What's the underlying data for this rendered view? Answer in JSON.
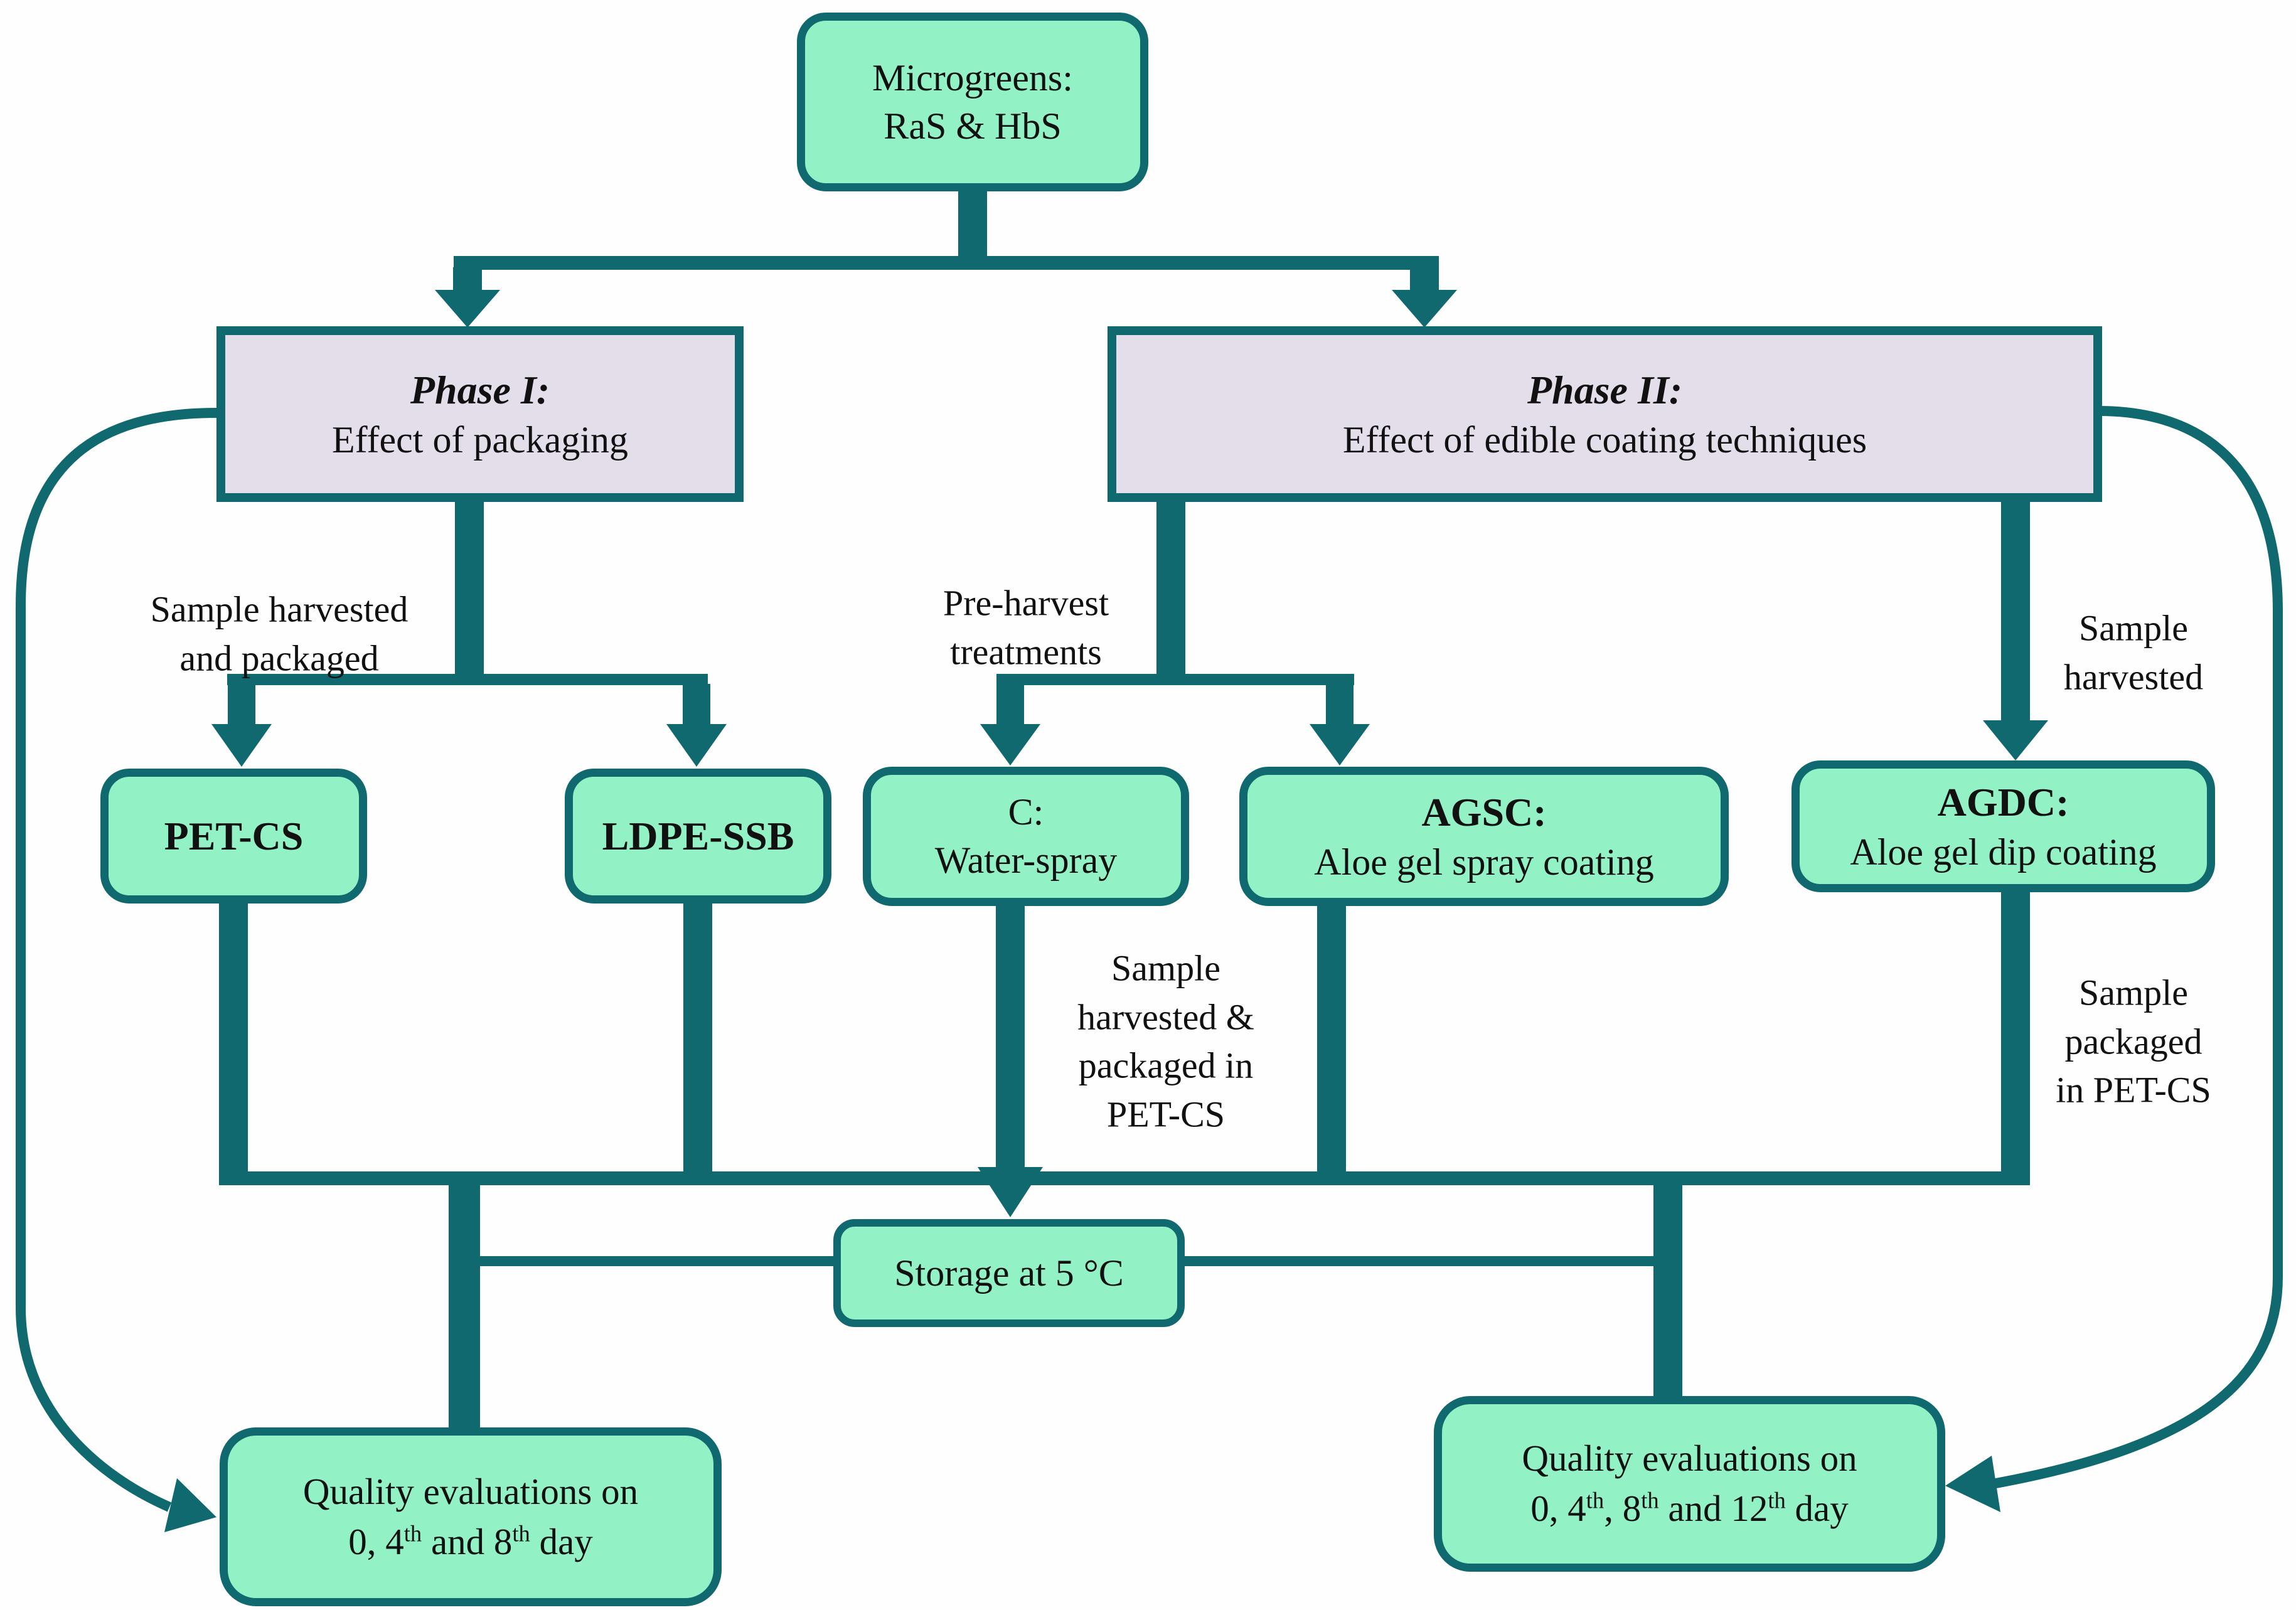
{
  "figure": {
    "title_box": {
      "line1": "Microgreens:",
      "line2": "RaS & HbS"
    },
    "phase1": {
      "title": "Phase I:",
      "subtitle": "Effect of packaging"
    },
    "phase2": {
      "title": "Phase II:",
      "subtitle": "Effect of edible coating techniques"
    },
    "labels": {
      "phase1_branch": {
        "line1": "Sample harvested",
        "line2": "and packaged"
      },
      "phase2_left_branch": {
        "line1": "Pre-harvest",
        "line2": "treatments"
      },
      "phase2_right_branch": {
        "line1": "Sample",
        "line2": "harvested"
      },
      "control_branch": {
        "line1": "Sample",
        "line2": "harvested &",
        "line3": "packaged in",
        "line4": "PET-CS"
      },
      "agdc_branch": {
        "line1": "Sample",
        "line2": "packaged",
        "line3": "in PET-CS"
      }
    },
    "treatments": {
      "petcs": {
        "label": "PET-CS"
      },
      "ldpe": {
        "label": "LDPE-SSB"
      },
      "control": {
        "line1": "C:",
        "line2": "Water-spray"
      },
      "agsc": {
        "line1": "AGSC:",
        "line2": "Aloe gel spray coating"
      },
      "agdc": {
        "line1": "AGDC:",
        "line2": "Aloe gel dip coating"
      }
    },
    "storage": {
      "label": "Storage at 5 °C"
    },
    "quality_left": {
      "line1": "Quality evaluations on",
      "parts": [
        "0, 4",
        "th",
        " and 8",
        "th",
        " day"
      ]
    },
    "quality_right": {
      "line1": "Quality evaluations on",
      "parts": [
        "0, 4",
        "th",
        ", 8",
        "th",
        " and 12",
        "th",
        " day"
      ]
    },
    "colors": {
      "teal": "#0f696e",
      "mint": "#92f2c6",
      "lavender": "#e4deeb",
      "text": "#111111"
    }
  }
}
